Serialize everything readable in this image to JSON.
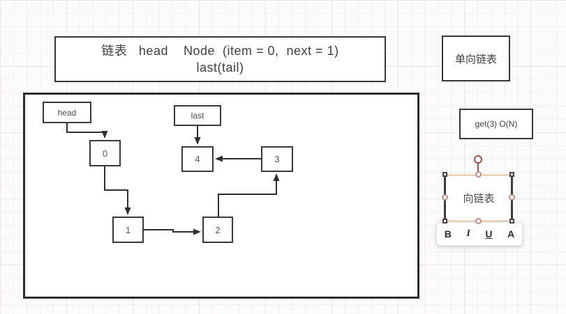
{
  "title_box": {
    "line1": "链表   head    Node  (item = 0,  next = 1)",
    "line2": "last(tail)"
  },
  "side_label_box": {
    "text": "单向链表"
  },
  "complexity_box": {
    "text": "get(3)  O(N)"
  },
  "selected_text_box": {
    "text": "向链表"
  },
  "format_toolbar": {
    "bold_label": "B",
    "italic_label": "I",
    "underline_label": "U",
    "font_label": "A"
  },
  "diagram": {
    "pointers": [
      {
        "label": "head",
        "points_to": "0"
      },
      {
        "label": "last",
        "points_to": "4"
      }
    ],
    "nodes": [
      {
        "label": "0"
      },
      {
        "label": "1"
      },
      {
        "label": "2"
      },
      {
        "label": "3"
      },
      {
        "label": "4"
      }
    ],
    "edges": [
      {
        "from": "head",
        "to": "0"
      },
      {
        "from": "0",
        "to": "1"
      },
      {
        "from": "1",
        "to": "2"
      },
      {
        "from": "2",
        "to": "3"
      },
      {
        "from": "3",
        "to": "4"
      },
      {
        "from": "last",
        "to": "4"
      }
    ]
  },
  "colors": {
    "stroke": "#2f2f2f",
    "selection_accent": "#dfa76a",
    "handle_maroon": "#9e5050",
    "background": "#fbfbfb",
    "grid_line": "#f1efef"
  }
}
